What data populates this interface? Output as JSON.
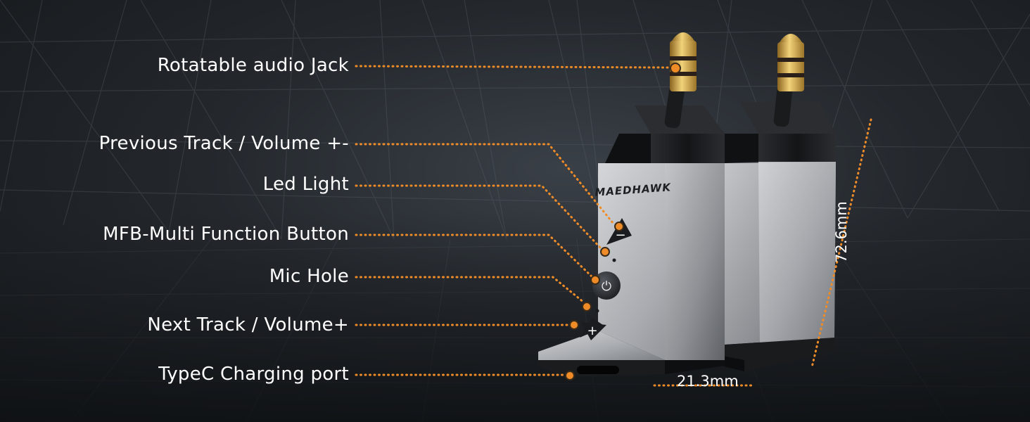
{
  "callouts": {
    "jack": "Rotatable audio Jack",
    "prev": "Previous Track / Volume +-",
    "led": "Led Light",
    "mfb": "MFB-Multi Function Button",
    "mic": "Mic Hole",
    "next": "Next Track / Volume+",
    "typec": "TypeC Charging port"
  },
  "device": {
    "brand": "MAEDHAWK",
    "button_minus": "−",
    "button_plus": "+",
    "button_power": "⏻"
  },
  "dimensions": {
    "height": "72.6mm",
    "width": "21.3mm"
  },
  "colors": {
    "accent": "#f08c28",
    "background": "#1c1f23",
    "body_silver": "#b4b6b9",
    "cap_black": "#1a1b1d",
    "gold": "#c99a3a"
  }
}
